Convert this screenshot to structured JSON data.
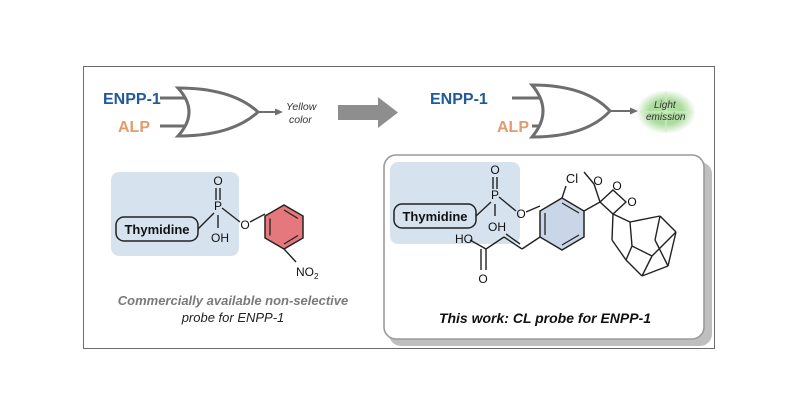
{
  "left_panel": {
    "inputs": [
      "ENPP-1",
      "ALP"
    ],
    "output": [
      "Yellow",
      "color"
    ],
    "probe": {
      "substrate": "Thymidine",
      "phosphate_oh": "OH",
      "phosphate_o": "O",
      "phosphorus": "P",
      "ester_o": "O",
      "nitro_group": "NO",
      "nitro_subscript": "2"
    },
    "caption": [
      "Commercially available non-selective",
      "probe for ENPP-1"
    ]
  },
  "right_panel": {
    "inputs": [
      "ENPP-1",
      "ALP"
    ],
    "output": [
      "Light",
      "emission"
    ],
    "probe": {
      "substrate": "Thymidine",
      "phosphate_oh": "OH",
      "phosphate_o": "O",
      "phosphorus": "P",
      "ester_o": "O",
      "chloro": "Cl",
      "acid_label": "HO",
      "acid_o": "O",
      "dioxetane_o1": "O",
      "dioxetane_o2": "O",
      "methoxy_o": "O"
    },
    "caption": "This work: CL probe for ENPP-1"
  },
  "colors": {
    "enpp_blue": "#1f5a99",
    "alp_orange": "#e49a6c",
    "pad_blue": "#d6e3ef",
    "nitro_ring": "#e4787c",
    "right_ring": "#c9d6e8",
    "glow_green": "#8fcf7e"
  }
}
